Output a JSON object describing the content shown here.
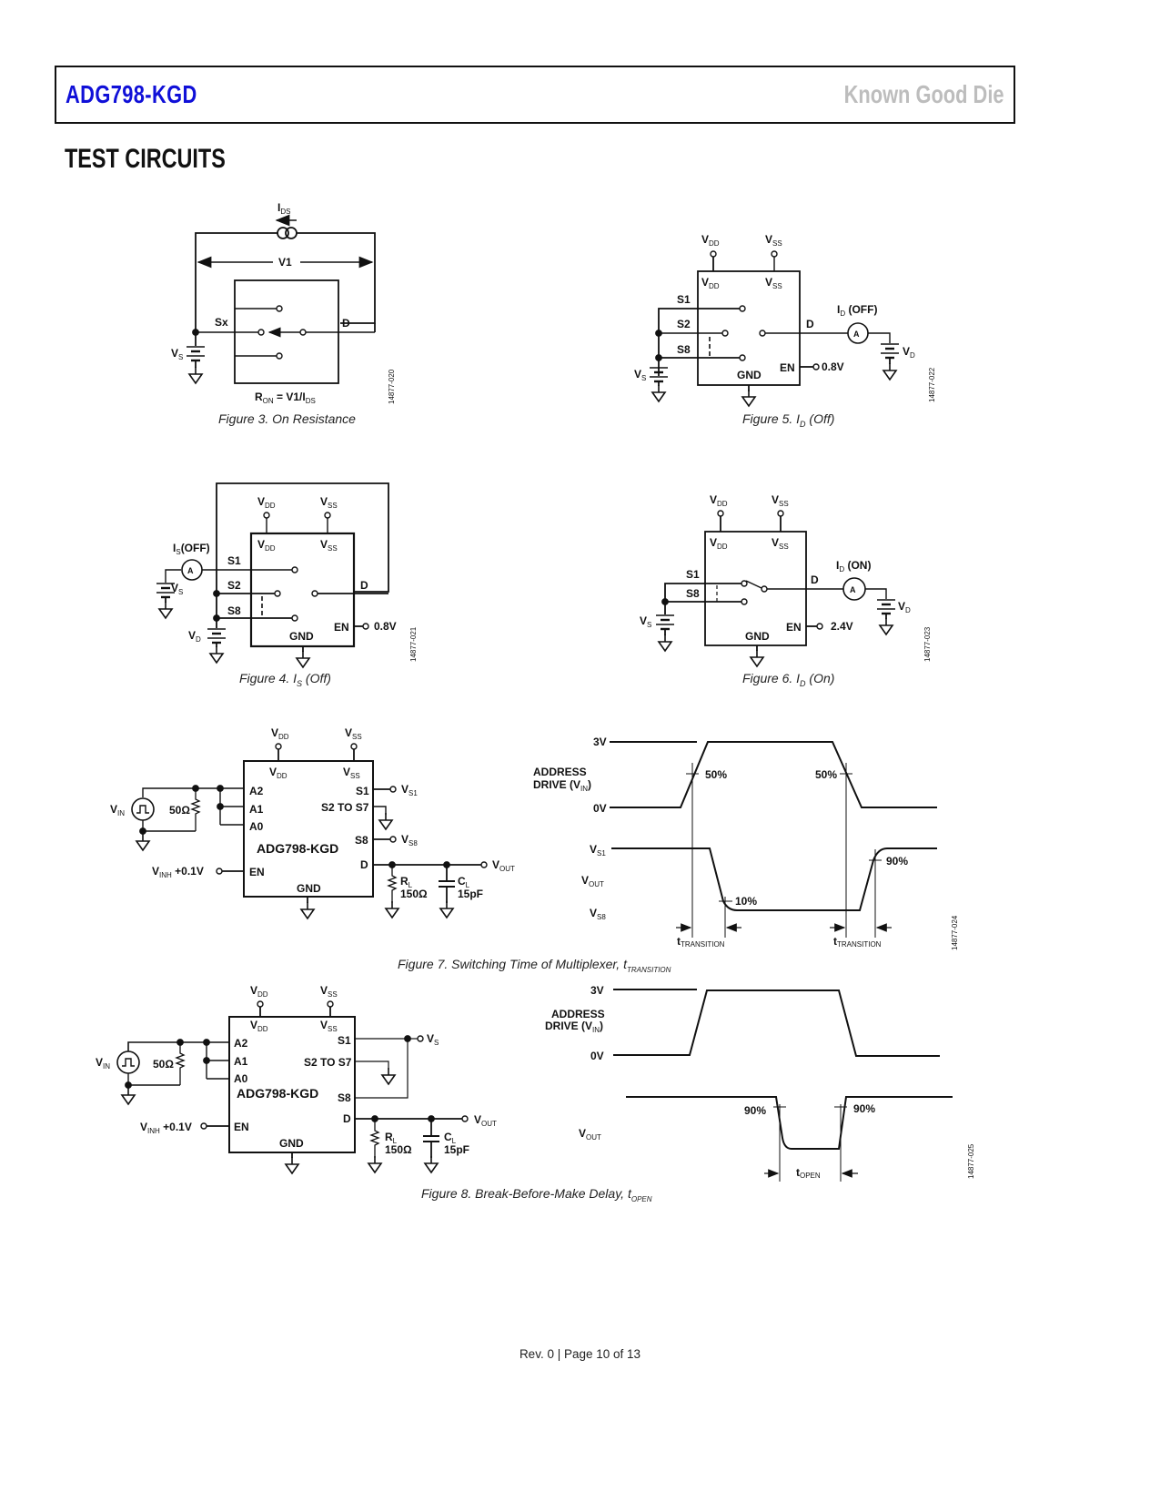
{
  "header": {
    "part_number": "ADG798-KGD",
    "subtitle": "Known Good Die",
    "accent_color": "#1010d8",
    "subtitle_color": "#bdbdbd"
  },
  "section_title": "TEST CIRCUITS",
  "figures": {
    "fig3": {
      "caption": "Figure 3. On Resistance",
      "id": "14877-020",
      "labels": {
        "ids": "I",
        "ids_sub": "DS",
        "v1": "V1",
        "sx": "Sx",
        "d": "D",
        "vs": "V",
        "vs_sub": "S",
        "ron": "R",
        "ron_sub": "ON",
        "ron_eq": " = V1/I",
        "ron_eq_sub": "DS"
      }
    },
    "fig4": {
      "caption": "Figure 4. I",
      "caption_sub": "S",
      "caption_tail": " (Off)",
      "id": "14877-021",
      "labels": {
        "vdd": "V",
        "vdd_sub": "DD",
        "vss": "V",
        "vss_sub": "SS",
        "is_off": "I",
        "is_sub": "S",
        "is_tail": "(OFF)",
        "s1": "S1",
        "s2": "S2",
        "s8": "S8",
        "d": "D",
        "en": "EN",
        "en_v": "0.8V",
        "gnd": "GND",
        "vs": "V",
        "vs_sub": "S",
        "vd": "V",
        "vd_sub": "D",
        "ammeter": "A"
      }
    },
    "fig5": {
      "caption": "Figure 5. I",
      "caption_sub": "D",
      "caption_tail": " (Off)",
      "id": "14877-022",
      "labels": {
        "vdd": "V",
        "vdd_sub": "DD",
        "vss": "V",
        "vss_sub": "SS",
        "id_off": "I",
        "id_sub": "D",
        "id_tail": " (OFF)",
        "s1": "S1",
        "s2": "S2",
        "s8": "S8",
        "d": "D",
        "en": "EN",
        "en_v": "0.8V",
        "gnd": "GND",
        "vs": "V",
        "vs_sub": "S",
        "vd": "V",
        "vd_sub": "D",
        "ammeter": "A"
      }
    },
    "fig6": {
      "caption": "Figure 6. I",
      "caption_sub": "D",
      "caption_tail": " (On)",
      "id": "14877-023",
      "labels": {
        "vdd": "V",
        "vdd_sub": "DD",
        "vss": "V",
        "vss_sub": "SS",
        "id_on": "I",
        "id_sub": "D",
        "id_tail": " (ON)",
        "s1": "S1",
        "s8": "S8",
        "d": "D",
        "en": "EN",
        "en_v": "2.4V",
        "gnd": "GND",
        "vs": "V",
        "vs_sub": "S",
        "vd": "V",
        "vd_sub": "D",
        "ammeter": "A"
      }
    },
    "fig7": {
      "caption": "Figure 7. Switching Time of Multiplexer, t",
      "caption_sub": "TRANSITION",
      "id": "14877-024",
      "circuit": {
        "vdd": "V",
        "vdd_sub": "DD",
        "vss": "V",
        "vss_sub": "SS",
        "vin": "V",
        "vin_sub": "IN",
        "r50": "50Ω",
        "a2": "A2",
        "a1": "A1",
        "a0": "A0",
        "s1": "S1",
        "s2s7": "S2 TO S7",
        "s8": "S8",
        "chip": "ADG798-KGD",
        "d": "D",
        "en": "EN",
        "vinh": "V",
        "vinh_sub": "INH",
        "vinh_tail": " +0.1V",
        "gnd": "GND",
        "vs1": "V",
        "vs1_sub": "S1",
        "vs8": "V",
        "vs8_sub": "S8",
        "vout": "V",
        "vout_sub": "OUT",
        "rl": "R",
        "rl_sub": "L",
        "rl_val": "150Ω",
        "cl": "C",
        "cl_sub": "L",
        "cl_val": "15pF"
      },
      "timing": {
        "v3": "3V",
        "v0": "0V",
        "addr1": "ADDRESS",
        "addr2": "DRIVE (V",
        "addr2_sub": "IN",
        "addr2_tail": ")",
        "p50a": "50%",
        "p50b": "50%",
        "vs1": "V",
        "vs1_sub": "S1",
        "vout": "V",
        "vout_sub": "OUT",
        "vs8": "V",
        "vs8_sub": "S8",
        "p10": "10%",
        "p90": "90%",
        "tt": "t",
        "tt_sub": "TRANSITION"
      }
    },
    "fig8": {
      "caption": "Figure 8. Break-Before-Make Delay, t",
      "caption_sub": "OPEN",
      "id": "14877-025",
      "circuit": {
        "vdd": "V",
        "vdd_sub": "DD",
        "vss": "V",
        "vss_sub": "SS",
        "vin": "V",
        "vin_sub": "IN",
        "r50": "50Ω",
        "a2": "A2",
        "a1": "A1",
        "a0": "A0",
        "s1": "S1",
        "s2s7": "S2 TO S7",
        "s8": "S8",
        "chip": "ADG798-KGD",
        "d": "D",
        "en": "EN",
        "vinh": "V",
        "vinh_sub": "INH",
        "vinh_tail": " +0.1V",
        "gnd": "GND",
        "vs": "V",
        "vs_sub": "S",
        "vout": "V",
        "vout_sub": "OUT",
        "rl": "R",
        "rl_sub": "L",
        "rl_val": "150Ω",
        "cl": "C",
        "cl_sub": "L",
        "cl_val": "15pF"
      },
      "timing": {
        "v3": "3V",
        "v0": "0V",
        "addr1": "ADDRESS",
        "addr2": "DRIVE (V",
        "addr2_sub": "IN",
        "addr2_tail": ")",
        "p90a": "90%",
        "p90b": "90%",
        "vout": "V",
        "vout_sub": "OUT",
        "topen": "t",
        "topen_sub": "OPEN"
      }
    }
  },
  "footer": "Rev. 0 | Page 10 of 13"
}
